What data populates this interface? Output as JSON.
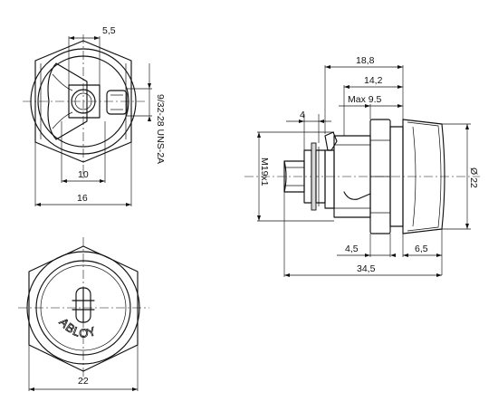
{
  "views": {
    "top": {
      "dim_width_top": "5,5",
      "dim_inner_width": "10",
      "dim_outer_width": "16",
      "dim_thread": "9/32-28 UNS-2A"
    },
    "front": {
      "dim_width": "22",
      "logo": "ABLOY"
    },
    "side": {
      "dim_total_top": "18,8",
      "dim_mid": "14,2",
      "dim_max": "Max 9.5",
      "dim_small": "4",
      "dim_thread": "M19x1",
      "dim_diameter": "Ø 22",
      "dim_bottom_left": "4,5",
      "dim_bottom_right": "6,5",
      "dim_total_length": "34,5"
    }
  }
}
